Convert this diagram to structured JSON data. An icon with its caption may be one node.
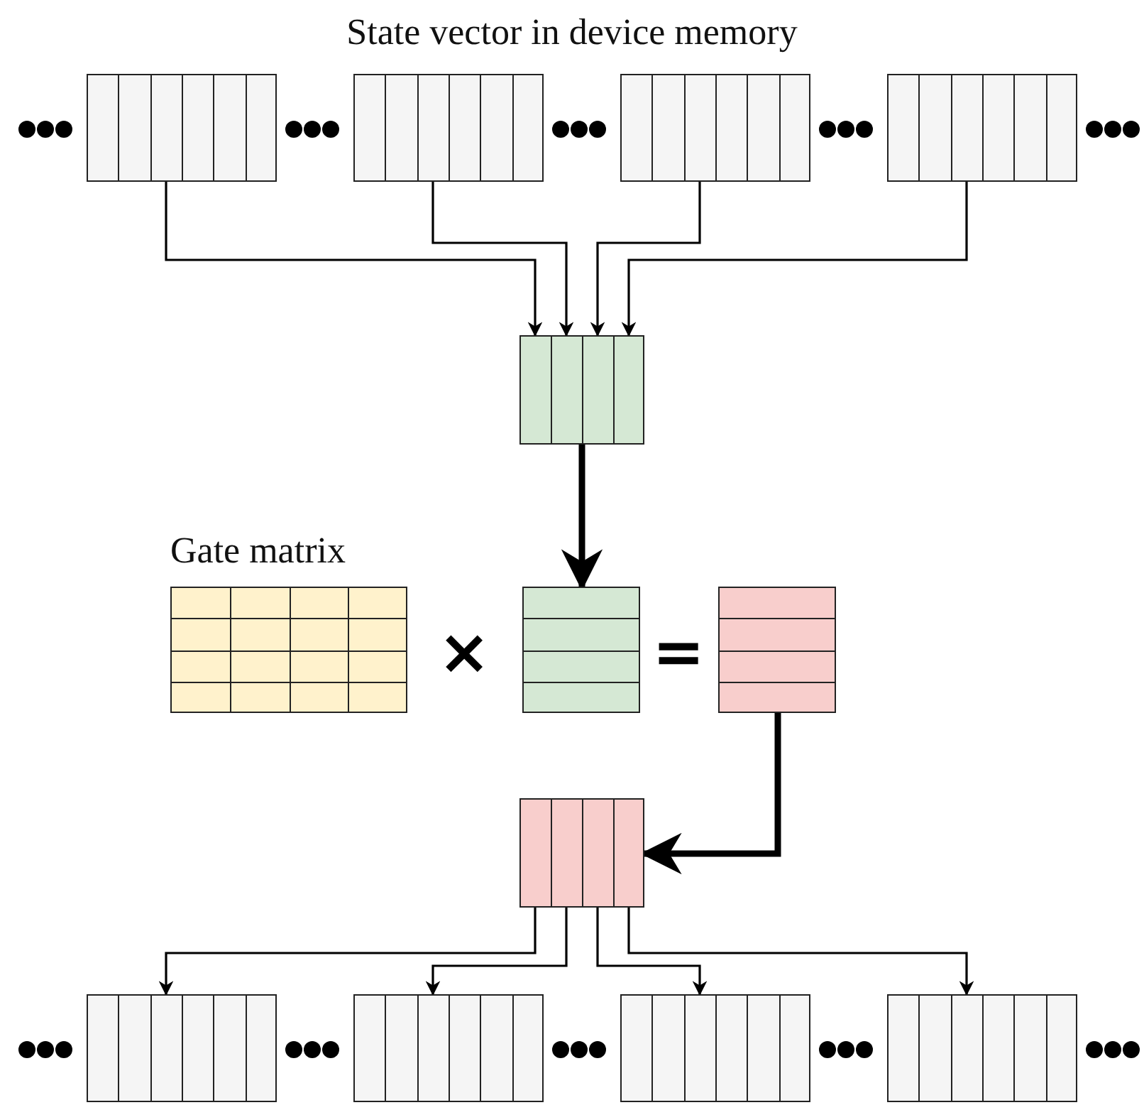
{
  "diagram": {
    "title": "State vector in device memory",
    "nodes": [
      {
        "text": [],
        "shape": "box"
      },
      {
        "text": [],
        "shape": "box"
      },
      {
        "text": [],
        "shape": "box"
      },
      {
        "text": [],
        "shape": "box"
      },
      {
        "text": [],
        "shape": "box"
      },
      {
        "text": [
          "Gate matrix"
        ]
      },
      {
        "text": [],
        "shape": "box"
      },
      {
        "text": [],
        "shape": "box"
      },
      {
        "text": [],
        "shape": "box"
      },
      {
        "text": [],
        "shape": "box"
      },
      {
        "text": [],
        "shape": "box"
      },
      {
        "text": [],
        "shape": "box"
      },
      {
        "text": [],
        "shape": "box"
      }
    ],
    "edges": [
      {
        "from": 0,
        "to": 4,
        "arrow": "to"
      },
      {
        "from": 1,
        "to": 4,
        "arrow": "to"
      },
      {
        "from": 2,
        "to": 4,
        "arrow": "to"
      },
      {
        "from": 3,
        "to": 4,
        "arrow": "to"
      },
      {
        "from": 4,
        "to": 6,
        "arrow": "to",
        "style": "thick"
      },
      {
        "from": 7,
        "to": 8,
        "arrow": "to",
        "style": "thick"
      },
      {
        "from": 8,
        "to": 9,
        "arrow": "to"
      },
      {
        "from": 8,
        "to": 10,
        "arrow": "to"
      },
      {
        "from": 8,
        "to": 11,
        "arrow": "to"
      },
      {
        "from": 8,
        "to": 12,
        "arrow": "to"
      }
    ],
    "labels": [
      "×",
      "="
    ]
  }
}
